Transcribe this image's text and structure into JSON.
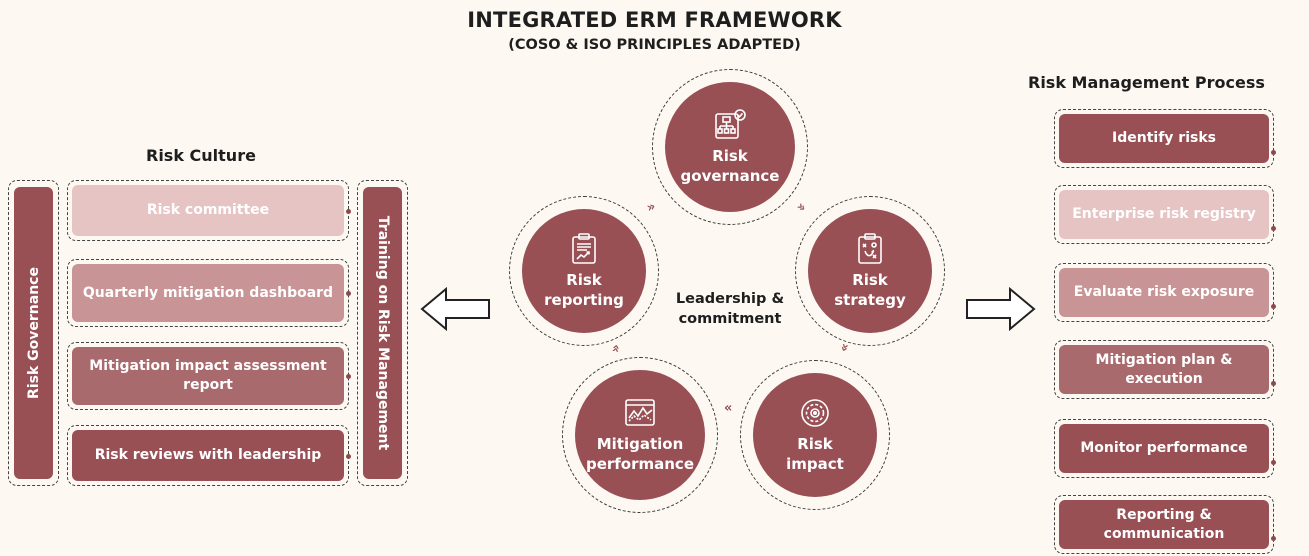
{
  "header": {
    "title": "INTEGRATED ERM FRAMEWORK",
    "subtitle": "(COSO & ISO PRINCIPLES ADAPTED)"
  },
  "risk_culture": {
    "title": "Risk Culture",
    "left_label": "Risk Governance",
    "right_label": "Training on Risk Management",
    "items": [
      {
        "label": "Risk committee",
        "color": "#e6c4c4"
      },
      {
        "label": "Quarterly mitigation dashboard",
        "color": "#c99496"
      },
      {
        "label": "Mitigation impact assessment report",
        "color": "#a96a6d"
      },
      {
        "label": "Risk reviews with leadership",
        "color": "#985055"
      }
    ]
  },
  "cycle": {
    "center_label": "Leadership & commitment",
    "nodes": [
      {
        "label": "Risk governance",
        "icon": "org-chart-icon"
      },
      {
        "label": "Risk strategy",
        "icon": "strategy-board-icon"
      },
      {
        "label": "Risk impact",
        "icon": "target-gear-icon"
      },
      {
        "label": "Mitigation performance",
        "icon": "performance-chart-icon"
      },
      {
        "label": "Risk reporting",
        "icon": "report-clipboard-icon"
      }
    ],
    "chevron": "»",
    "color": "#985055"
  },
  "process": {
    "title": "Risk Management Process",
    "steps": [
      {
        "label": "Identify risks",
        "color": "#985055"
      },
      {
        "label": "Enterprise risk registry",
        "color": "#e6c4c4"
      },
      {
        "label": "Evaluate risk exposure",
        "color": "#c99496"
      },
      {
        "label": "Mitigation plan & execution",
        "color": "#a96a6d"
      },
      {
        "label": "Monitor performance",
        "color": "#985055"
      },
      {
        "label": "Reporting & communication",
        "color": "#985055"
      }
    ]
  }
}
